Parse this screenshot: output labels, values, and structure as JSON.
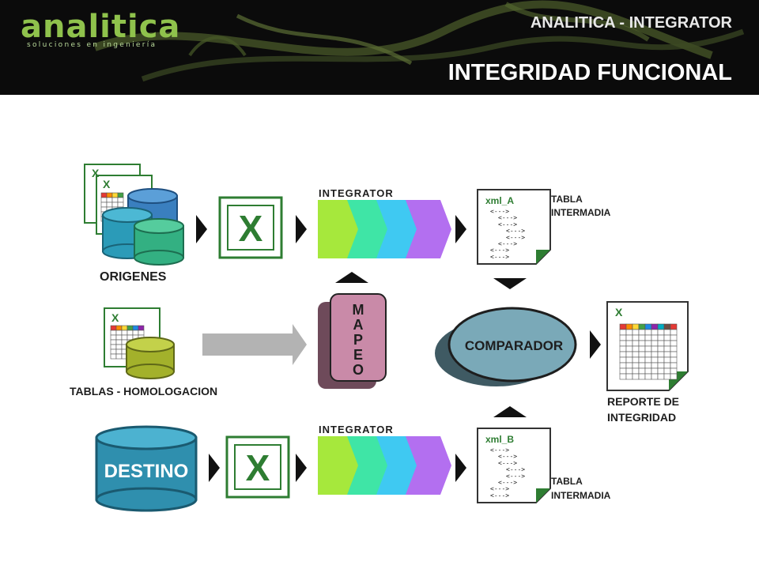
{
  "header": {
    "logo_text": "analitica",
    "logo_tagline": "soluciones en ingeniería",
    "app_title": "ANALITICA - INTEGRATOR",
    "page_title": "INTEGRIDAD FUNCIONAL"
  },
  "diagram": {
    "origins_label": "ORIGENES",
    "homologation_label": "TABLAS - HOMOLOGACION",
    "destination_label": "DESTINO",
    "integrator_label": "INTEGRATOR",
    "mapping_letters": [
      "M",
      "A",
      "P",
      "E",
      "O"
    ],
    "comparator_label": "COMPARADOR",
    "xml_a_label": "xml_A",
    "xml_b_label": "xml_B",
    "intermediate_table_line1": "TABLA",
    "intermediate_table_line2": "INTERMADIA",
    "report_line1": "REPORTE DE",
    "report_line2": "INTEGRIDAD",
    "xml_tag": "<--->",
    "excel_glyph": "X"
  },
  "colors": {
    "integrator_chevrons": [
      "#a6e83c",
      "#3fe5a6",
      "#3fc9f2",
      "#b36ff0"
    ],
    "db_blue": "#3a7fbf",
    "db_teal": "#2b9bb8",
    "db_green": "#33b082",
    "db_olive": "#a3b12b",
    "destino_db": "#2f8fae",
    "excel_green": "#2e7d32",
    "comparator_fill": "#7aa9b8",
    "mapping_fill": "#c98aa8"
  }
}
